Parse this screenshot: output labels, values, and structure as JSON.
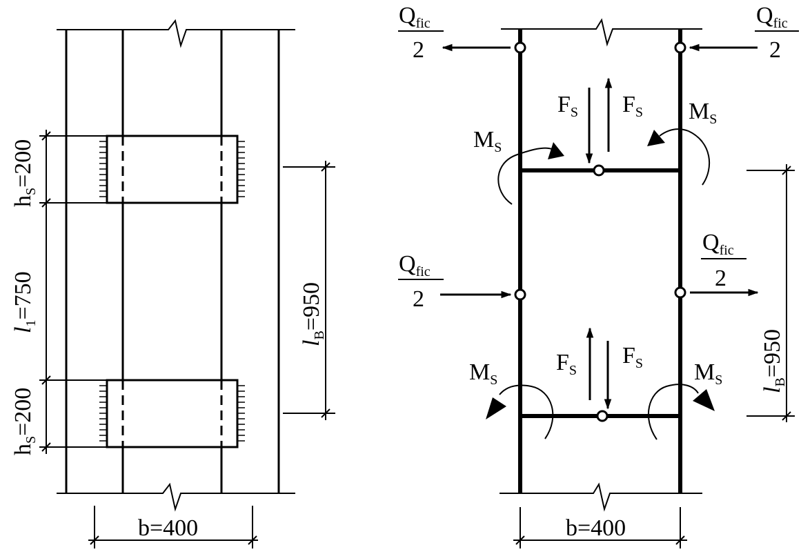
{
  "left": {
    "hs_top": {
      "main": "h",
      "sub": "S",
      "rest": "=200"
    },
    "l1": {
      "main": "l",
      "sub": "1",
      "rest": "=750"
    },
    "hs_bottom": {
      "main": "h",
      "sub": "S",
      "rest": "=200"
    },
    "lb": {
      "main": "l",
      "sub": "B",
      "rest": "=950"
    },
    "b": "b=400"
  },
  "right": {
    "q_num": "Q",
    "q_sub": "fic",
    "q_den": "2",
    "fs_main": "F",
    "fs_sub": "S",
    "ms_main": "M",
    "ms_sub": "S",
    "lb": {
      "main": "l",
      "sub": "B",
      "rest": "=950"
    },
    "b": "b=400"
  }
}
